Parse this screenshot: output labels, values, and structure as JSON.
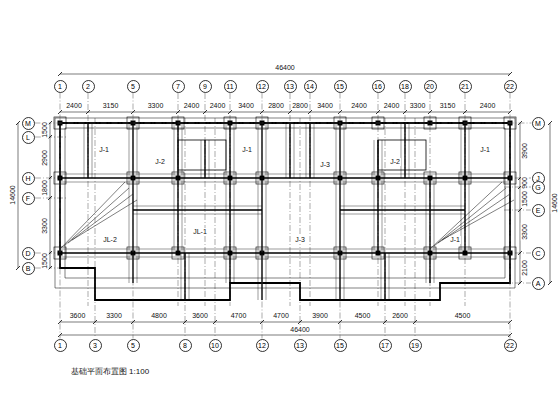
{
  "diagram": {
    "nodes": [
      {
        "text": [
          "1"
        ]
      },
      {
        "text": [
          "2"
        ]
      },
      {
        "text": [
          "5"
        ]
      },
      {
        "text": [
          "7"
        ]
      },
      {
        "text": [
          "9"
        ]
      },
      {
        "text": [
          "11"
        ]
      },
      {
        "text": [
          "12"
        ]
      },
      {
        "text": [
          "13"
        ]
      },
      {
        "text": [
          "14"
        ]
      },
      {
        "text": [
          "15"
        ]
      },
      {
        "text": [
          "16"
        ]
      },
      {
        "text": [
          "18"
        ]
      },
      {
        "text": [
          "20"
        ]
      },
      {
        "text": [
          "21"
        ]
      },
      {
        "text": [
          "22"
        ]
      },
      {
        "text": [
          "1"
        ]
      },
      {
        "text": [
          "3"
        ]
      },
      {
        "text": [
          "5"
        ]
      },
      {
        "text": [
          "8"
        ]
      },
      {
        "text": [
          "10"
        ]
      },
      {
        "text": [
          "12"
        ]
      },
      {
        "text": [
          "13"
        ]
      },
      {
        "text": [
          "15"
        ]
      },
      {
        "text": [
          "17"
        ]
      },
      {
        "text": [
          "19"
        ]
      },
      {
        "text": [
          "22"
        ]
      },
      {
        "text": [
          "M"
        ]
      },
      {
        "text": [
          "L"
        ]
      },
      {
        "text": [
          "H"
        ]
      },
      {
        "text": [
          "F"
        ]
      },
      {
        "text": [
          "D"
        ]
      },
      {
        "text": [
          "B"
        ]
      },
      {
        "text": [
          "M"
        ]
      },
      {
        "text": [
          "J"
        ]
      },
      {
        "text": [
          "G"
        ]
      },
      {
        "text": [
          "E"
        ]
      },
      {
        "text": [
          "C"
        ]
      },
      {
        "text": [
          "A"
        ]
      }
    ],
    "edges": [
      {
        "from": 0,
        "to": 15,
        "arrow": "none"
      },
      {
        "from": 2,
        "to": 17,
        "arrow": "none"
      },
      {
        "from": 6,
        "to": 20,
        "arrow": "none"
      },
      {
        "from": 9,
        "to": 22,
        "arrow": "none"
      },
      {
        "from": 14,
        "to": 25,
        "arrow": "none"
      },
      {
        "from": 26,
        "to": 32,
        "arrow": "none"
      }
    ],
    "labels": [
      "2400",
      "3150",
      "3300",
      "2400",
      "2400",
      "3400",
      "2800",
      "2800",
      "3400",
      "2400",
      "2400",
      "3300",
      "3150",
      "2400",
      "46400",
      "3600",
      "3300",
      "4800",
      "3600",
      "4700",
      "4700",
      "3900",
      "4500",
      "2600",
      "4500",
      "46400",
      "1500",
      "2900",
      "1800",
      "3300",
      "1500",
      "14600",
      "3900",
      "900",
      "1500",
      "3300",
      "2100",
      "14600",
      "J-1",
      "J-2",
      "J-1",
      "J-3",
      "JL-1",
      "J-2",
      "J-1",
      "JL-2",
      "J-3",
      "J-1",
      "基础平面布置图 1:100"
    ]
  }
}
